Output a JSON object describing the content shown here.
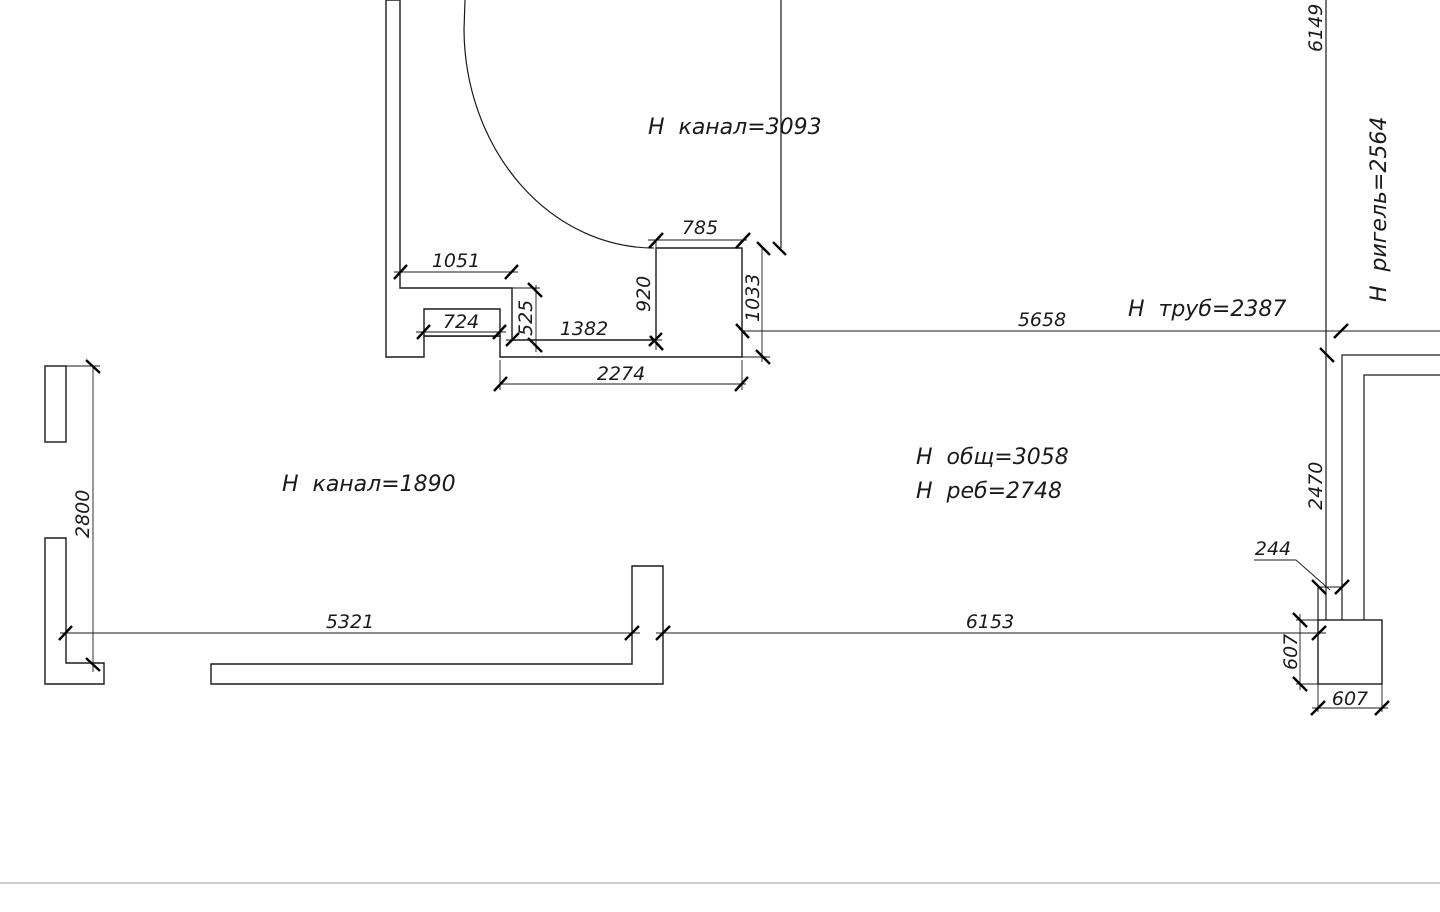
{
  "dimensions": {
    "d6149": "6149",
    "d785": "785",
    "d1051": "1051",
    "d920": "920",
    "d1033": "1033",
    "d724": "724",
    "d525": "525",
    "d1382": "1382",
    "d2274": "2274",
    "d5658": "5658",
    "d2800": "2800",
    "d5321": "5321",
    "d6153": "6153",
    "d2470": "2470",
    "d244": "244",
    "d607v": "607",
    "d607h": "607"
  },
  "notes": {
    "h_kanal_top": "H  канал=3093",
    "h_rigel": "H  ригель=2564",
    "h_trub": "H  труб=2387",
    "h_kanal_left": "H  канал=1890",
    "h_obsh": "H  общ=3058",
    "h_reb": "H  реб=2748"
  },
  "colors": {
    "line": "#1a1a1a",
    "background": "#ffffff",
    "frame_line": "#9a9a9a"
  }
}
